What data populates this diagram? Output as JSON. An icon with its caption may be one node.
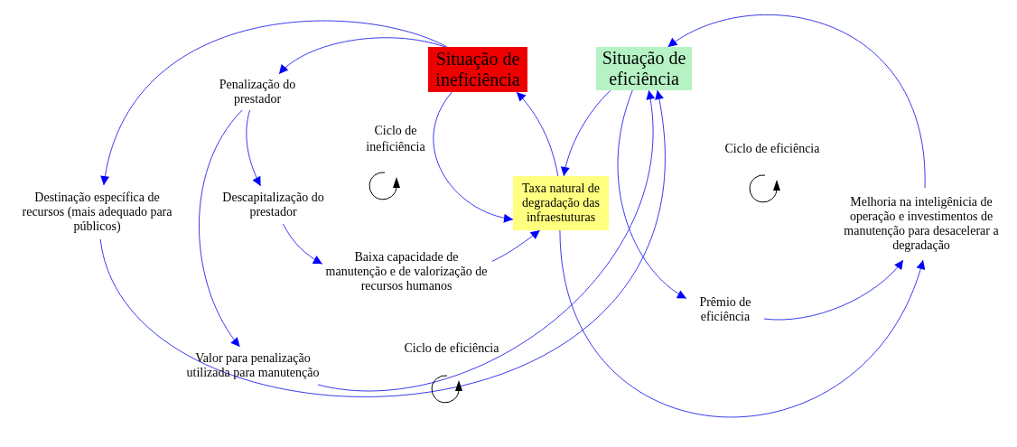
{
  "diagram": {
    "nodes": [
      {
        "text": [
          "Situação de ineficiência"
        ]
      },
      {
        "text": [
          "Situação de eficiência"
        ]
      },
      {
        "text": [
          "Penalização do prestador"
        ]
      },
      {
        "text": [
          "Destinação específica de recursos (mais adequado para públicos)"
        ]
      },
      {
        "text": [
          "Descapitalização do prestador"
        ]
      },
      {
        "text": [
          "Taxa natural de degradação das infraestuturas"
        ]
      },
      {
        "text": [
          "Baixa capacidade de manutenção e de valorização de recursos humanos"
        ]
      },
      {
        "text": [
          "Melhoria na inteligênicia de operação e investimentos de manutenção para desacelerar a degradação"
        ]
      },
      {
        "text": [
          "Prêmio de eficiência"
        ]
      },
      {
        "text": [
          "Valor para penalização utilizada para manutenção"
        ]
      }
    ],
    "edges": [
      {
        "from": 0,
        "to": 2,
        "arrow": "to"
      },
      {
        "from": 0,
        "to": 3,
        "arrow": "to"
      },
      {
        "from": 0,
        "to": 5,
        "arrow": "to"
      },
      {
        "from": 5,
        "to": 0,
        "arrow": "to"
      },
      {
        "from": 1,
        "to": 5,
        "arrow": "to"
      },
      {
        "from": 2,
        "to": 4,
        "arrow": "to"
      },
      {
        "from": 2,
        "to": 9,
        "arrow": "to"
      },
      {
        "from": 4,
        "to": 6,
        "arrow": "to"
      },
      {
        "from": 6,
        "to": 5,
        "arrow": "to"
      },
      {
        "from": 7,
        "to": 1,
        "arrow": "to"
      },
      {
        "from": 1,
        "to": 8,
        "arrow": "to"
      },
      {
        "from": 8,
        "to": 7,
        "arrow": "to"
      },
      {
        "from": 5,
        "to": 7,
        "arrow": "to"
      },
      {
        "from": 9,
        "to": 1,
        "arrow": "to"
      },
      {
        "from": 3,
        "to": 1,
        "arrow": "to"
      }
    ],
    "labels": [
      "Ciclo de ineficiência",
      "Ciclo de eficiência",
      "Ciclo de eficiência"
    ]
  }
}
